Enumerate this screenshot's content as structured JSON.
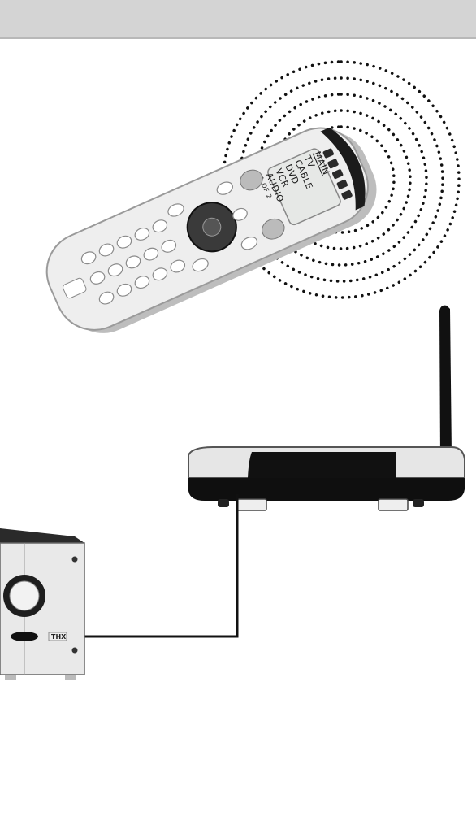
{
  "remote": {
    "screen_title": "MAIN",
    "menu_items": [
      "TV",
      "CABLE",
      "DVD",
      "VCR",
      "AUDIO"
    ],
    "page_indicator": "1 OF 2"
  },
  "colors": {
    "header_bar": "#d4d4d4",
    "remote_body": "#eeeeee",
    "device_dark": "#111111",
    "signal_dots": "#111111"
  },
  "icons": {
    "remote": "remote-control",
    "base_station": "rf-base-station",
    "receiver": "av-receiver",
    "signal": "wireless-signal-waves"
  }
}
